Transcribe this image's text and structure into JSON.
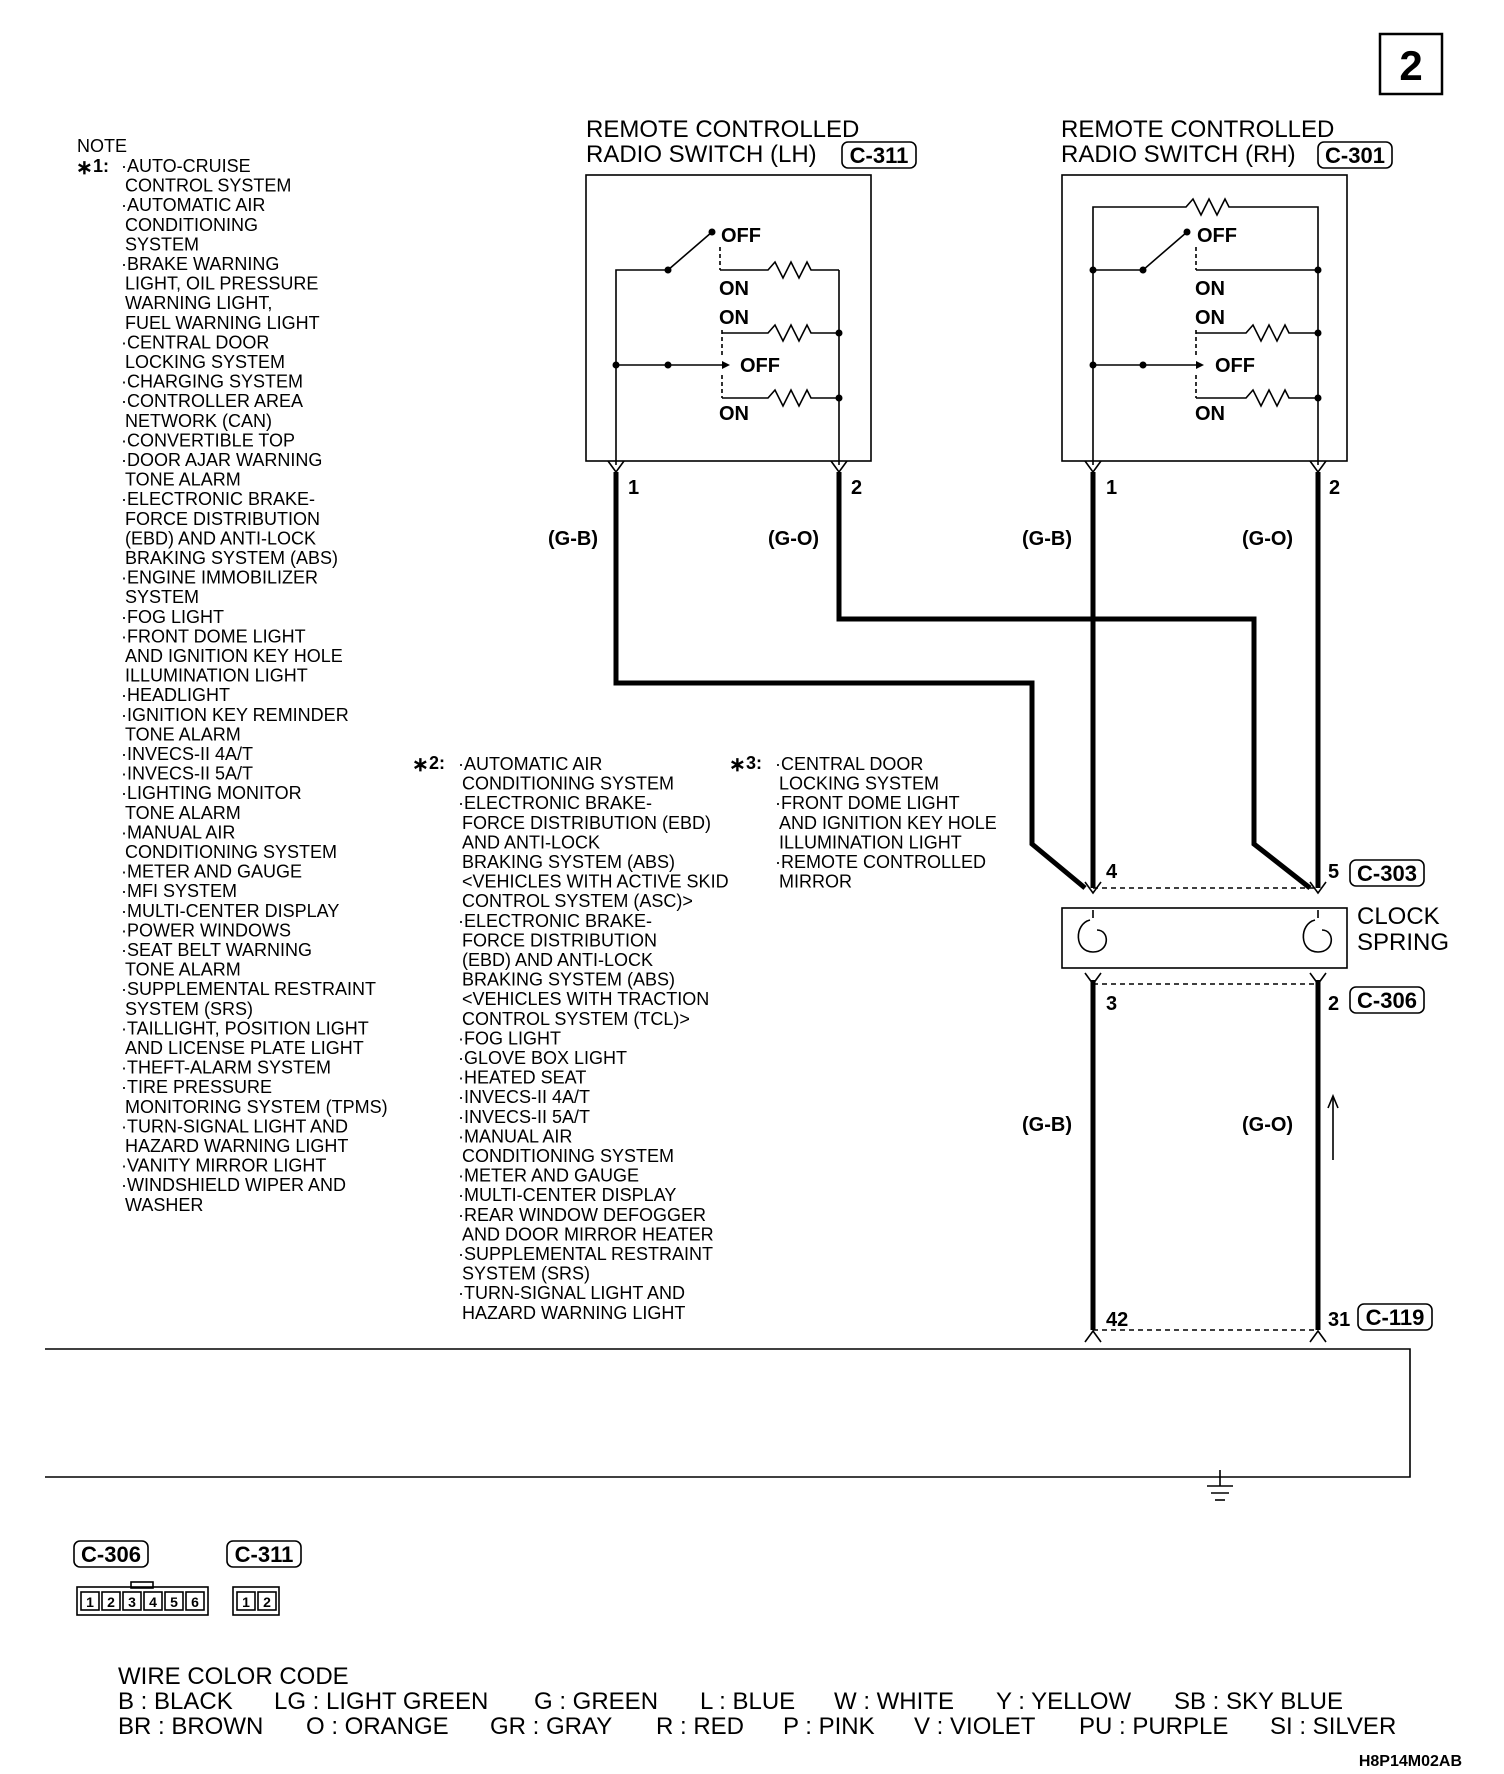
{
  "page_number": "2",
  "diagram_code": "H8P14M02AB",
  "note_title": "NOTE",
  "notes": {
    "n1": {
      "marker": "∗",
      "label": "1:",
      "lines": [
        "·AUTO-CRUISE",
        "CONTROL SYSTEM",
        "·AUTOMATIC AIR",
        "CONDITIONING",
        "SYSTEM",
        "·BRAKE WARNING",
        "LIGHT, OIL PRESSURE",
        "WARNING LIGHT,",
        "FUEL WARNING LIGHT",
        "·CENTRAL DOOR",
        "LOCKING SYSTEM",
        "·CHARGING SYSTEM",
        "·CONTROLLER AREA",
        "NETWORK (CAN)",
        "·CONVERTIBLE TOP",
        "·DOOR AJAR WARNING",
        "TONE ALARM",
        "·ELECTRONIC BRAKE-",
        "FORCE DISTRIBUTION",
        "(EBD) AND ANTI-LOCK",
        "BRAKING SYSTEM (ABS)",
        "·ENGINE IMMOBILIZER",
        "SYSTEM",
        "·FOG LIGHT",
        "·FRONT DOME LIGHT",
        "AND IGNITION KEY HOLE",
        "ILLUMINATION LIGHT",
        "·HEADLIGHT",
        "·IGNITION KEY REMINDER",
        "TONE ALARM",
        "·INVECS-II 4A/T",
        "·INVECS-II 5A/T",
        "·LIGHTING MONITOR",
        "TONE ALARM",
        "·MANUAL AIR",
        "CONDITIONING SYSTEM",
        "·METER AND GAUGE",
        "·MFI SYSTEM",
        "·MULTI-CENTER DISPLAY",
        "·POWER WINDOWS",
        "·SEAT BELT WARNING",
        "TONE ALARM",
        "·SUPPLEMENTAL RESTRAINT",
        "SYSTEM (SRS)",
        "·TAILLIGHT, POSITION LIGHT",
        "AND LICENSE PLATE LIGHT",
        "·THEFT-ALARM SYSTEM",
        "·TIRE PRESSURE",
        "MONITORING SYSTEM (TPMS)",
        "·TURN-SIGNAL LIGHT AND",
        "HAZARD WARNING LIGHT",
        "·VANITY MIRROR LIGHT",
        "·WINDSHIELD WIPER AND",
        "WASHER"
      ]
    },
    "n2": {
      "marker": "∗",
      "label": "2:",
      "lines": [
        "·AUTOMATIC AIR",
        "CONDITIONING SYSTEM",
        "·ELECTRONIC BRAKE-",
        "FORCE DISTRIBUTION (EBD)",
        "AND ANTI-LOCK",
        "BRAKING SYSTEM (ABS)",
        "<VEHICLES WITH ACTIVE SKID",
        "CONTROL SYSTEM (ASC)>",
        "·ELECTRONIC BRAKE-",
        "FORCE DISTRIBUTION",
        "(EBD) AND ANTI-LOCK",
        "BRAKING SYSTEM (ABS)",
        "<VEHICLES WITH  TRACTION",
        "CONTROL SYSTEM (TCL)>",
        "·FOG LIGHT",
        "·GLOVE BOX LIGHT",
        "·HEATED SEAT",
        "·INVECS-II 4A/T",
        "·INVECS-II 5A/T",
        "·MANUAL AIR",
        "CONDITIONING SYSTEM",
        "·METER AND GAUGE",
        "·MULTI-CENTER DISPLAY",
        "·REAR WINDOW DEFOGGER",
        "AND DOOR MIRROR HEATER",
        "·SUPPLEMENTAL RESTRAINT",
        "SYSTEM (SRS)",
        "·TURN-SIGNAL LIGHT AND",
        "HAZARD WARNING LIGHT"
      ]
    },
    "n3": {
      "marker": "∗",
      "label": "3:",
      "lines": [
        "·CENTRAL DOOR",
        "LOCKING SYSTEM",
        "·FRONT DOME LIGHT",
        "AND IGNITION KEY HOLE",
        "ILLUMINATION LIGHT",
        "·REMOTE CONTROLLED",
        "MIRROR"
      ]
    }
  },
  "switch_lh": {
    "title_line1": "REMOTE CONTROLLED",
    "title_line2": "RADIO SWITCH (LH)",
    "connector": "C-311",
    "pin1": "1",
    "pin2": "2"
  },
  "switch_rh": {
    "title_line1": "REMOTE CONTROLLED",
    "title_line2": "RADIO SWITCH (RH)",
    "connector": "C-301",
    "pin1": "1",
    "pin2": "2"
  },
  "switch_states": {
    "off": "OFF",
    "on": "ON"
  },
  "wire_colors": {
    "gb": "(G-B)",
    "go": "(G-O)"
  },
  "clock_spring": {
    "label_line1": "CLOCK",
    "label_line2": "SPRING",
    "top_connector": "C-303",
    "top_pin_left": "4",
    "top_pin_right": "5",
    "bottom_connector": "C-306",
    "bottom_pin_left": "3",
    "bottom_pin_right": "2"
  },
  "lower_connector": {
    "name": "C-119",
    "pin_left": "42",
    "pin_right": "31"
  },
  "connector_views": {
    "c306": {
      "name": "C-306",
      "pins": [
        "1",
        "2",
        "3",
        "4",
        "5",
        "6"
      ]
    },
    "c311": {
      "name": "C-311",
      "pins": [
        "1",
        "2"
      ]
    }
  },
  "wire_color_code": {
    "title": "WIRE COLOR CODE",
    "row1": [
      "B : BLACK",
      "LG : LIGHT GREEN",
      "G : GREEN",
      "L : BLUE",
      "W : WHITE",
      "Y : YELLOW",
      "SB : SKY BLUE"
    ],
    "row2": [
      "BR : BROWN",
      "O : ORANGE",
      "GR : GRAY",
      "R : RED",
      "P : PINK",
      "V : VIOLET",
      "PU : PURPLE",
      "SI : SILVER"
    ]
  }
}
